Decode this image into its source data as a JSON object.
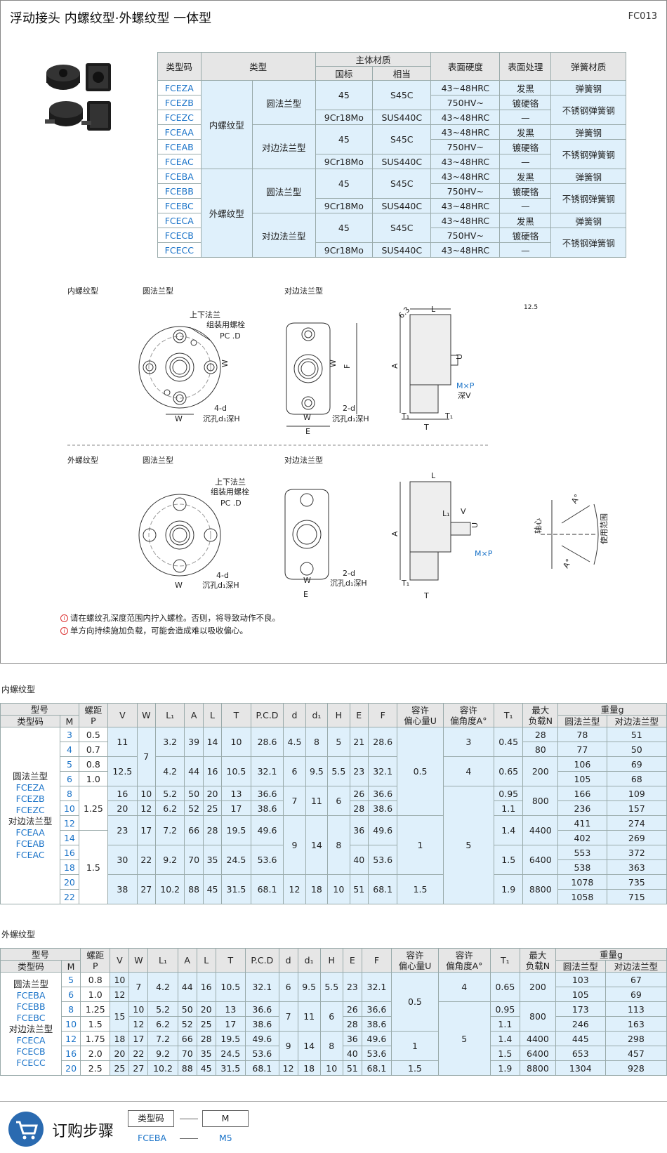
{
  "header": {
    "title": "浮动接头  内螺纹型·外螺纹型  一体型",
    "code": "FC013"
  },
  "spec_table": {
    "headers": {
      "type_code": "类型码",
      "type": "类型",
      "material": "主体材质",
      "gb": "国标",
      "equiv": "相当",
      "hardness": "表面硬度",
      "treatment": "表面处理",
      "spring": "弹簧材质"
    },
    "rows": [
      {
        "code": "FCEZA",
        "hard": "43~48HRC",
        "treat": "发黑"
      },
      {
        "code": "FCEZB",
        "hard": "750HV~",
        "treat": "镀硬铬"
      },
      {
        "code": "FCEZC",
        "hard": "43~48HRC",
        "treat": "—"
      },
      {
        "code": "FCEAA",
        "hard": "43~48HRC",
        "treat": "发黑"
      },
      {
        "code": "FCEAB",
        "hard": "750HV~",
        "treat": "镀硬铬"
      },
      {
        "code": "FCEAC",
        "hard": "43~48HRC",
        "treat": "—"
      },
      {
        "code": "FCEBA",
        "hard": "43~48HRC",
        "treat": "发黑"
      },
      {
        "code": "FCEBB",
        "hard": "750HV~",
        "treat": "镀硬铬"
      },
      {
        "code": "FCEBC",
        "hard": "43~48HRC",
        "treat": "—"
      },
      {
        "code": "FCECA",
        "hard": "43~48HRC",
        "treat": "发黑"
      },
      {
        "code": "FCECB",
        "hard": "750HV~",
        "treat": "镀硬铬"
      },
      {
        "code": "FCECC",
        "hard": "43~48HRC",
        "treat": "—"
      }
    ],
    "type_inner": "内螺纹型",
    "type_outer": "外螺纹型",
    "round": "圆法兰型",
    "flat": "对边法兰型",
    "mat45": "45",
    "mats45c": "S45C",
    "mat9": "9Cr18Mo",
    "matsus": "SUS440C",
    "spring_steel": "弹簧钢",
    "spring_ss": "不锈钢弹簧钢"
  },
  "drawing": {
    "inner_label": "内螺纹型",
    "outer_label": "外螺纹型",
    "round_label": "圆法兰型",
    "flat_label": "对边法兰型",
    "bolt_note": [
      "上下法兰",
      "组装用螺栓"
    ],
    "pcd": "PC .D",
    "d4": "4-d",
    "d2": "2-d",
    "counterbore": "沉孔d₁深H",
    "W": "W",
    "E": "E",
    "F": "F",
    "A": "A",
    "L": "L",
    "T": "T",
    "T1": "T₁",
    "U": "U",
    "L1": "L₁",
    "V": "V",
    "MxP": "M×P",
    "depthV": "深V",
    "roughness": "12.5",
    "axis": "轴心",
    "range": "使用范围",
    "angle": "A°",
    "chamfer": "6.3"
  },
  "notes": [
    "请在螺纹孔深度范围内拧入螺栓。否则，将导致动作不良。",
    "单方向持续施加负载，可能会造成难以吸收偏心。"
  ],
  "inner_section": {
    "title": "内螺纹型",
    "headers": {
      "model": "型号",
      "type_code": "类型码",
      "M": "M",
      "pitch": "螺距\nP",
      "V": "V",
      "W": "W",
      "L1": "L₁",
      "A": "A",
      "L": "L",
      "T": "T",
      "PCD": "P.C.D",
      "d": "d",
      "d1": "d₁",
      "H": "H",
      "E": "E",
      "F": "F",
      "U": "容许\n偏心量U",
      "ang": "容许\n偏角度A°",
      "T1": "T₁",
      "load": "最大\n负载N",
      "weight": "重量g",
      "w_round": "圆法兰型",
      "w_flat": "对边法兰型"
    },
    "type_text": [
      "圆法兰型",
      "FCEZA",
      "FCEZB",
      "FCEZC",
      "对边法兰型",
      "FCEAA",
      "FCEAB",
      "FCEAC"
    ],
    "M": [
      "3",
      "4",
      "5",
      "6",
      "8",
      "10",
      "12",
      "14",
      "16",
      "18",
      "20",
      "22"
    ],
    "P": [
      "0.5",
      "0.7",
      "0.8",
      "1.0",
      "1.25",
      "1.5"
    ],
    "w_round": [
      "78",
      "77",
      "106",
      "105",
      "166",
      "236",
      "411",
      "402",
      "553",
      "538",
      "1078",
      "1058"
    ],
    "w_flat": [
      "51",
      "50",
      "69",
      "68",
      "109",
      "157",
      "274",
      "269",
      "372",
      "363",
      "735",
      "715"
    ],
    "g1": {
      "V": "11",
      "W": "7",
      "L1": "3.2",
      "A": "39",
      "L": "14",
      "T": "10",
      "PCD": "28.6",
      "d": "4.5",
      "d1": "8",
      "H": "5",
      "E": "21",
      "F": "28.6",
      "ang": "3",
      "T1": "0.45",
      "load1": "28",
      "load2": "80"
    },
    "g2": {
      "V": "12.5",
      "L1": "4.2",
      "A": "44",
      "L": "16",
      "T": "10.5",
      "PCD": "32.1",
      "d": "6",
      "d1": "9.5",
      "H": "5.5",
      "E": "23",
      "F": "32.1",
      "ang": "4",
      "T1": "0.65",
      "load": "200",
      "U": "0.5"
    },
    "g3": {
      "V": "16",
      "W": "10",
      "L1": "5.2",
      "A": "50",
      "L": "20",
      "T": "13",
      "PCD": "36.6",
      "E": "26",
      "F": "36.6",
      "T1": "0.95",
      "d": "7",
      "d1": "11",
      "H": "6",
      "load": "800"
    },
    "g4": {
      "V": "20",
      "W": "12",
      "L1": "6.2",
      "A": "52",
      "L": "25",
      "T": "17",
      "PCD": "38.6",
      "E": "28",
      "F": "38.6",
      "T1": "1.1"
    },
    "g5": {
      "V": "23",
      "W": "17",
      "L1": "7.2",
      "A": "66",
      "L": "28",
      "T": "19.5",
      "PCD": "49.6",
      "E": "36",
      "F": "49.6",
      "T1": "1.4",
      "load": "4400",
      "d": "9",
      "d1": "14",
      "H": "8",
      "U": "1",
      "ang": "5"
    },
    "g6": {
      "V": "30",
      "W": "22",
      "L1": "9.2",
      "A": "70",
      "L": "35",
      "T": "24.5",
      "PCD": "53.6",
      "E": "40",
      "F": "53.6",
      "T1": "1.5",
      "load": "6400"
    },
    "g7": {
      "V": "38",
      "W": "27",
      "L1": "10.2",
      "A": "88",
      "L": "45",
      "T": "31.5",
      "PCD": "68.1",
      "d": "12",
      "d1": "18",
      "H": "10",
      "E": "51",
      "F": "68.1",
      "U": "1.5",
      "T1": "1.9",
      "load": "8800"
    }
  },
  "outer_section": {
    "title": "外螺纹型",
    "type_text": [
      "圆法兰型",
      "FCEBA",
      "FCEBB",
      "FCEBC",
      "对边法兰型",
      "FCECA",
      "FCECB",
      "FCECC"
    ],
    "rows": [
      {
        "M": "5",
        "P": "0.8",
        "V": "10",
        "wr": "103",
        "wf": "67"
      },
      {
        "M": "6",
        "P": "1.0",
        "V": "12",
        "wr": "105",
        "wf": "69"
      },
      {
        "M": "8",
        "P": "1.25",
        "V": "15",
        "wr": "173",
        "wf": "113"
      },
      {
        "M": "10",
        "P": "1.5",
        "V": "",
        "wr": "246",
        "wf": "163"
      },
      {
        "M": "12",
        "P": "1.75",
        "V": "18",
        "wr": "445",
        "wf": "298"
      },
      {
        "M": "16",
        "P": "2.0",
        "V": "20",
        "wr": "653",
        "wf": "457"
      },
      {
        "M": "20",
        "P": "2.5",
        "V": "25",
        "wr": "1304",
        "wf": "928"
      }
    ]
  },
  "order": {
    "title": "订购步骤",
    "box1": "类型码",
    "box2": "M",
    "val1": "FCEBA",
    "val2": "M5"
  },
  "colors": {
    "accent": "#1a73c8",
    "cell_blue": "#dff0fb",
    "header_gray": "#e6e6e6"
  }
}
